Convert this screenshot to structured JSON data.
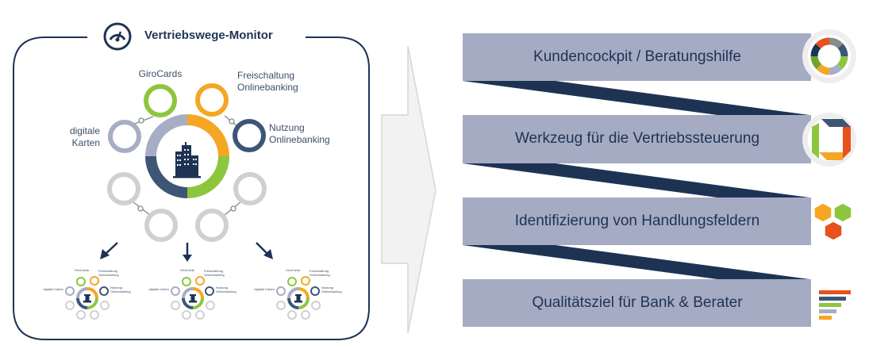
{
  "monitor": {
    "title": "Vertriebswege-Monitor",
    "icon": "gauge-icon",
    "channels": [
      {
        "id": "girocards",
        "label": "GiroCards"
      },
      {
        "id": "freischaltung",
        "label": "Freischaltung Onlinebanking"
      },
      {
        "id": "nutzung",
        "label": "Nutzung Onlinebanking"
      },
      {
        "id": "digitale-karten",
        "label": "digitale Karten"
      }
    ],
    "center_icon": "city-buildings-icon",
    "mini_center_icon": "chess-piece-icon"
  },
  "outcomes": [
    {
      "label": "Kundencockpit / Beratungshilfe",
      "icon": "donut-segments-icon"
    },
    {
      "label": "Werkzeug für die Vertriebssteuerung",
      "icon": "square-frame-icon"
    },
    {
      "label": "Identifizierung von Handlungsfeldern",
      "icon": "hexagons-icon"
    },
    {
      "label": "Qualitätsziel für Bank & Berater",
      "icon": "bar-stack-icon"
    }
  ],
  "colors": {
    "navy": "#1e3354",
    "slate": "#3d5676",
    "lavender": "#a8adc6",
    "green": "#8cc63f",
    "orange": "#f5a623",
    "grey": "#d0d0d0",
    "red": "#e8501c"
  }
}
